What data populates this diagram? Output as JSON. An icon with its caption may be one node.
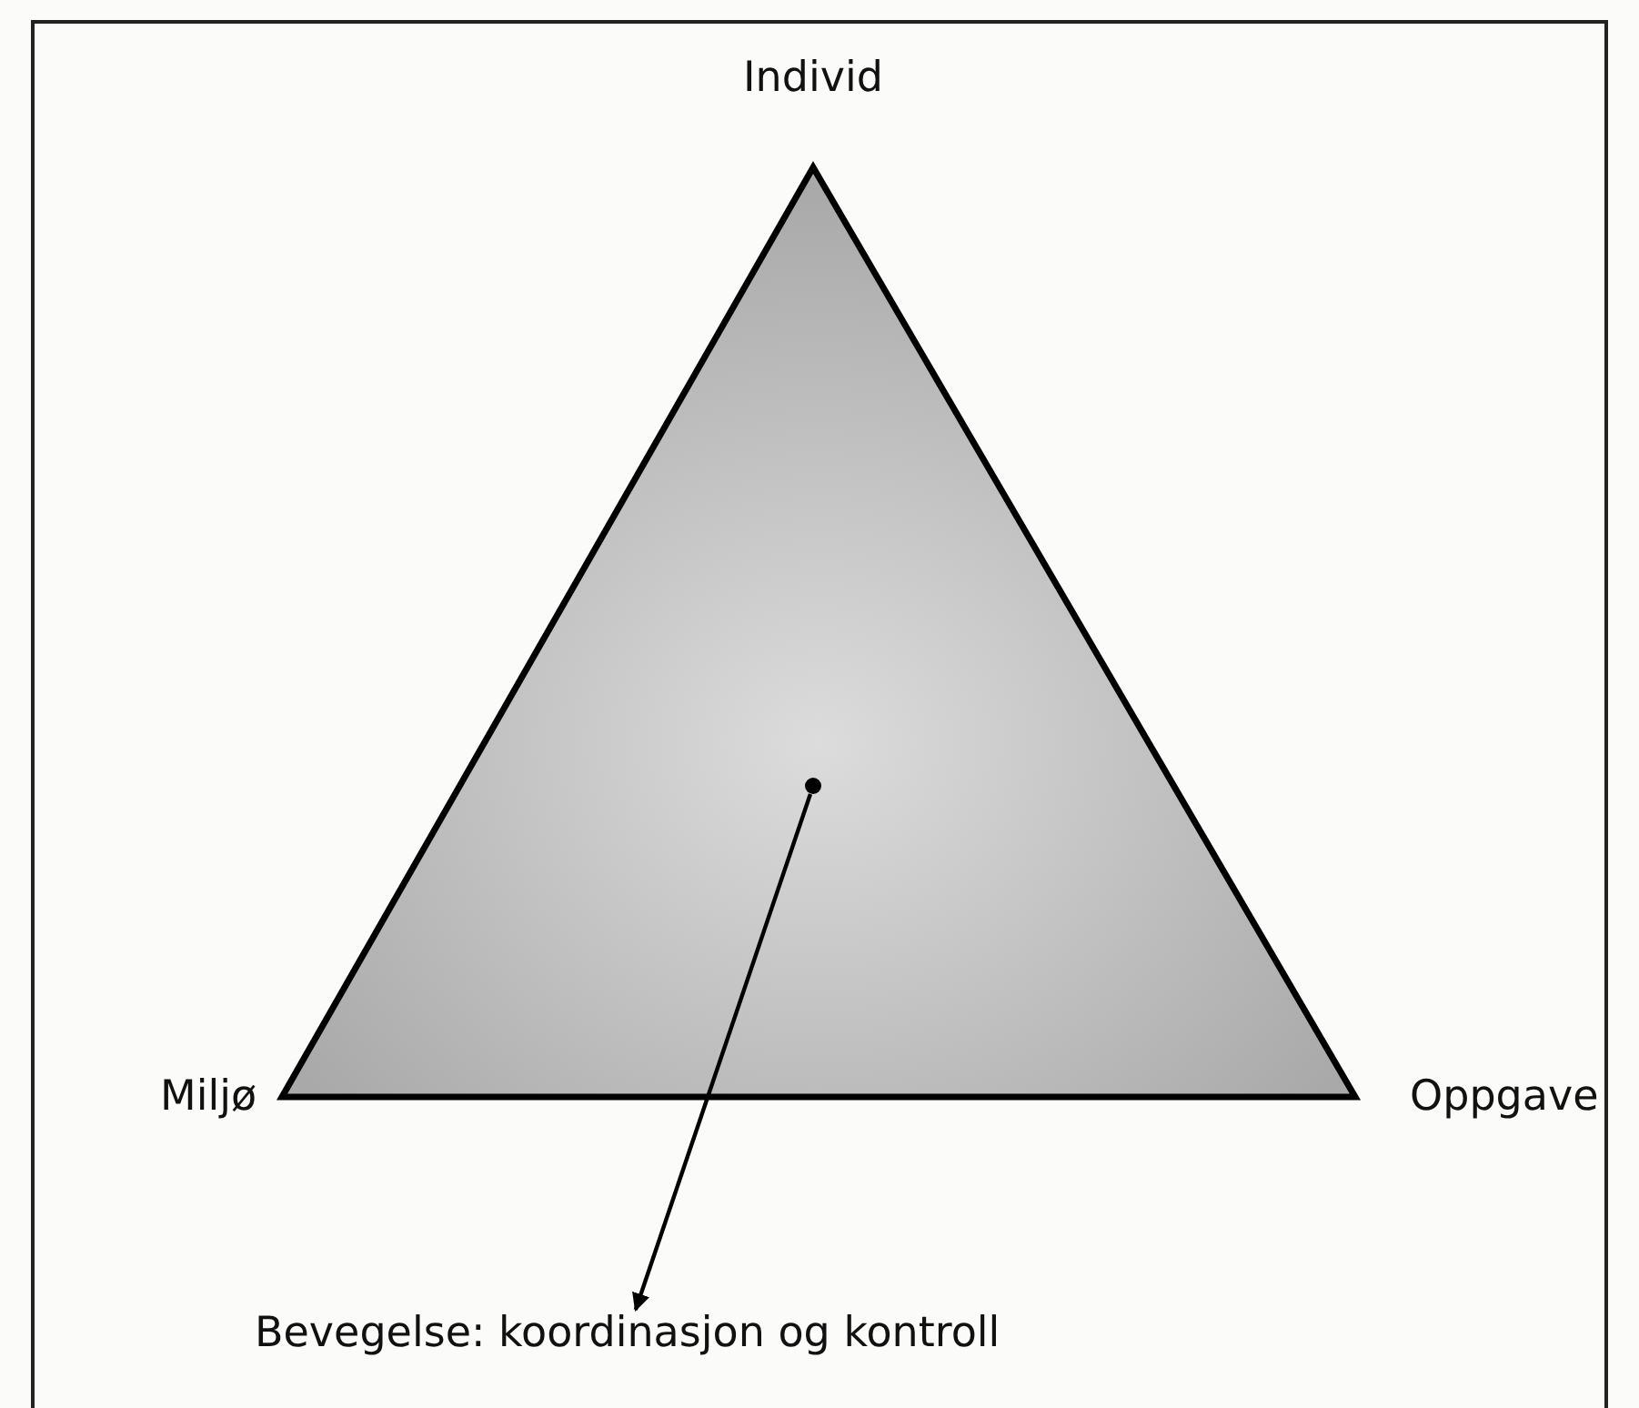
{
  "diagram": {
    "nodes": [
      {
        "text": [],
        "shape": "circle"
      },
      {
        "text": [
          "Bevegelse: koordinasjon og kontroll"
        ]
      }
    ],
    "edges": [
      {
        "from": 0,
        "to": 1,
        "arrow": "to"
      }
    ],
    "labels": [
      "Individ",
      "Miljø",
      "Oppgave"
    ]
  }
}
